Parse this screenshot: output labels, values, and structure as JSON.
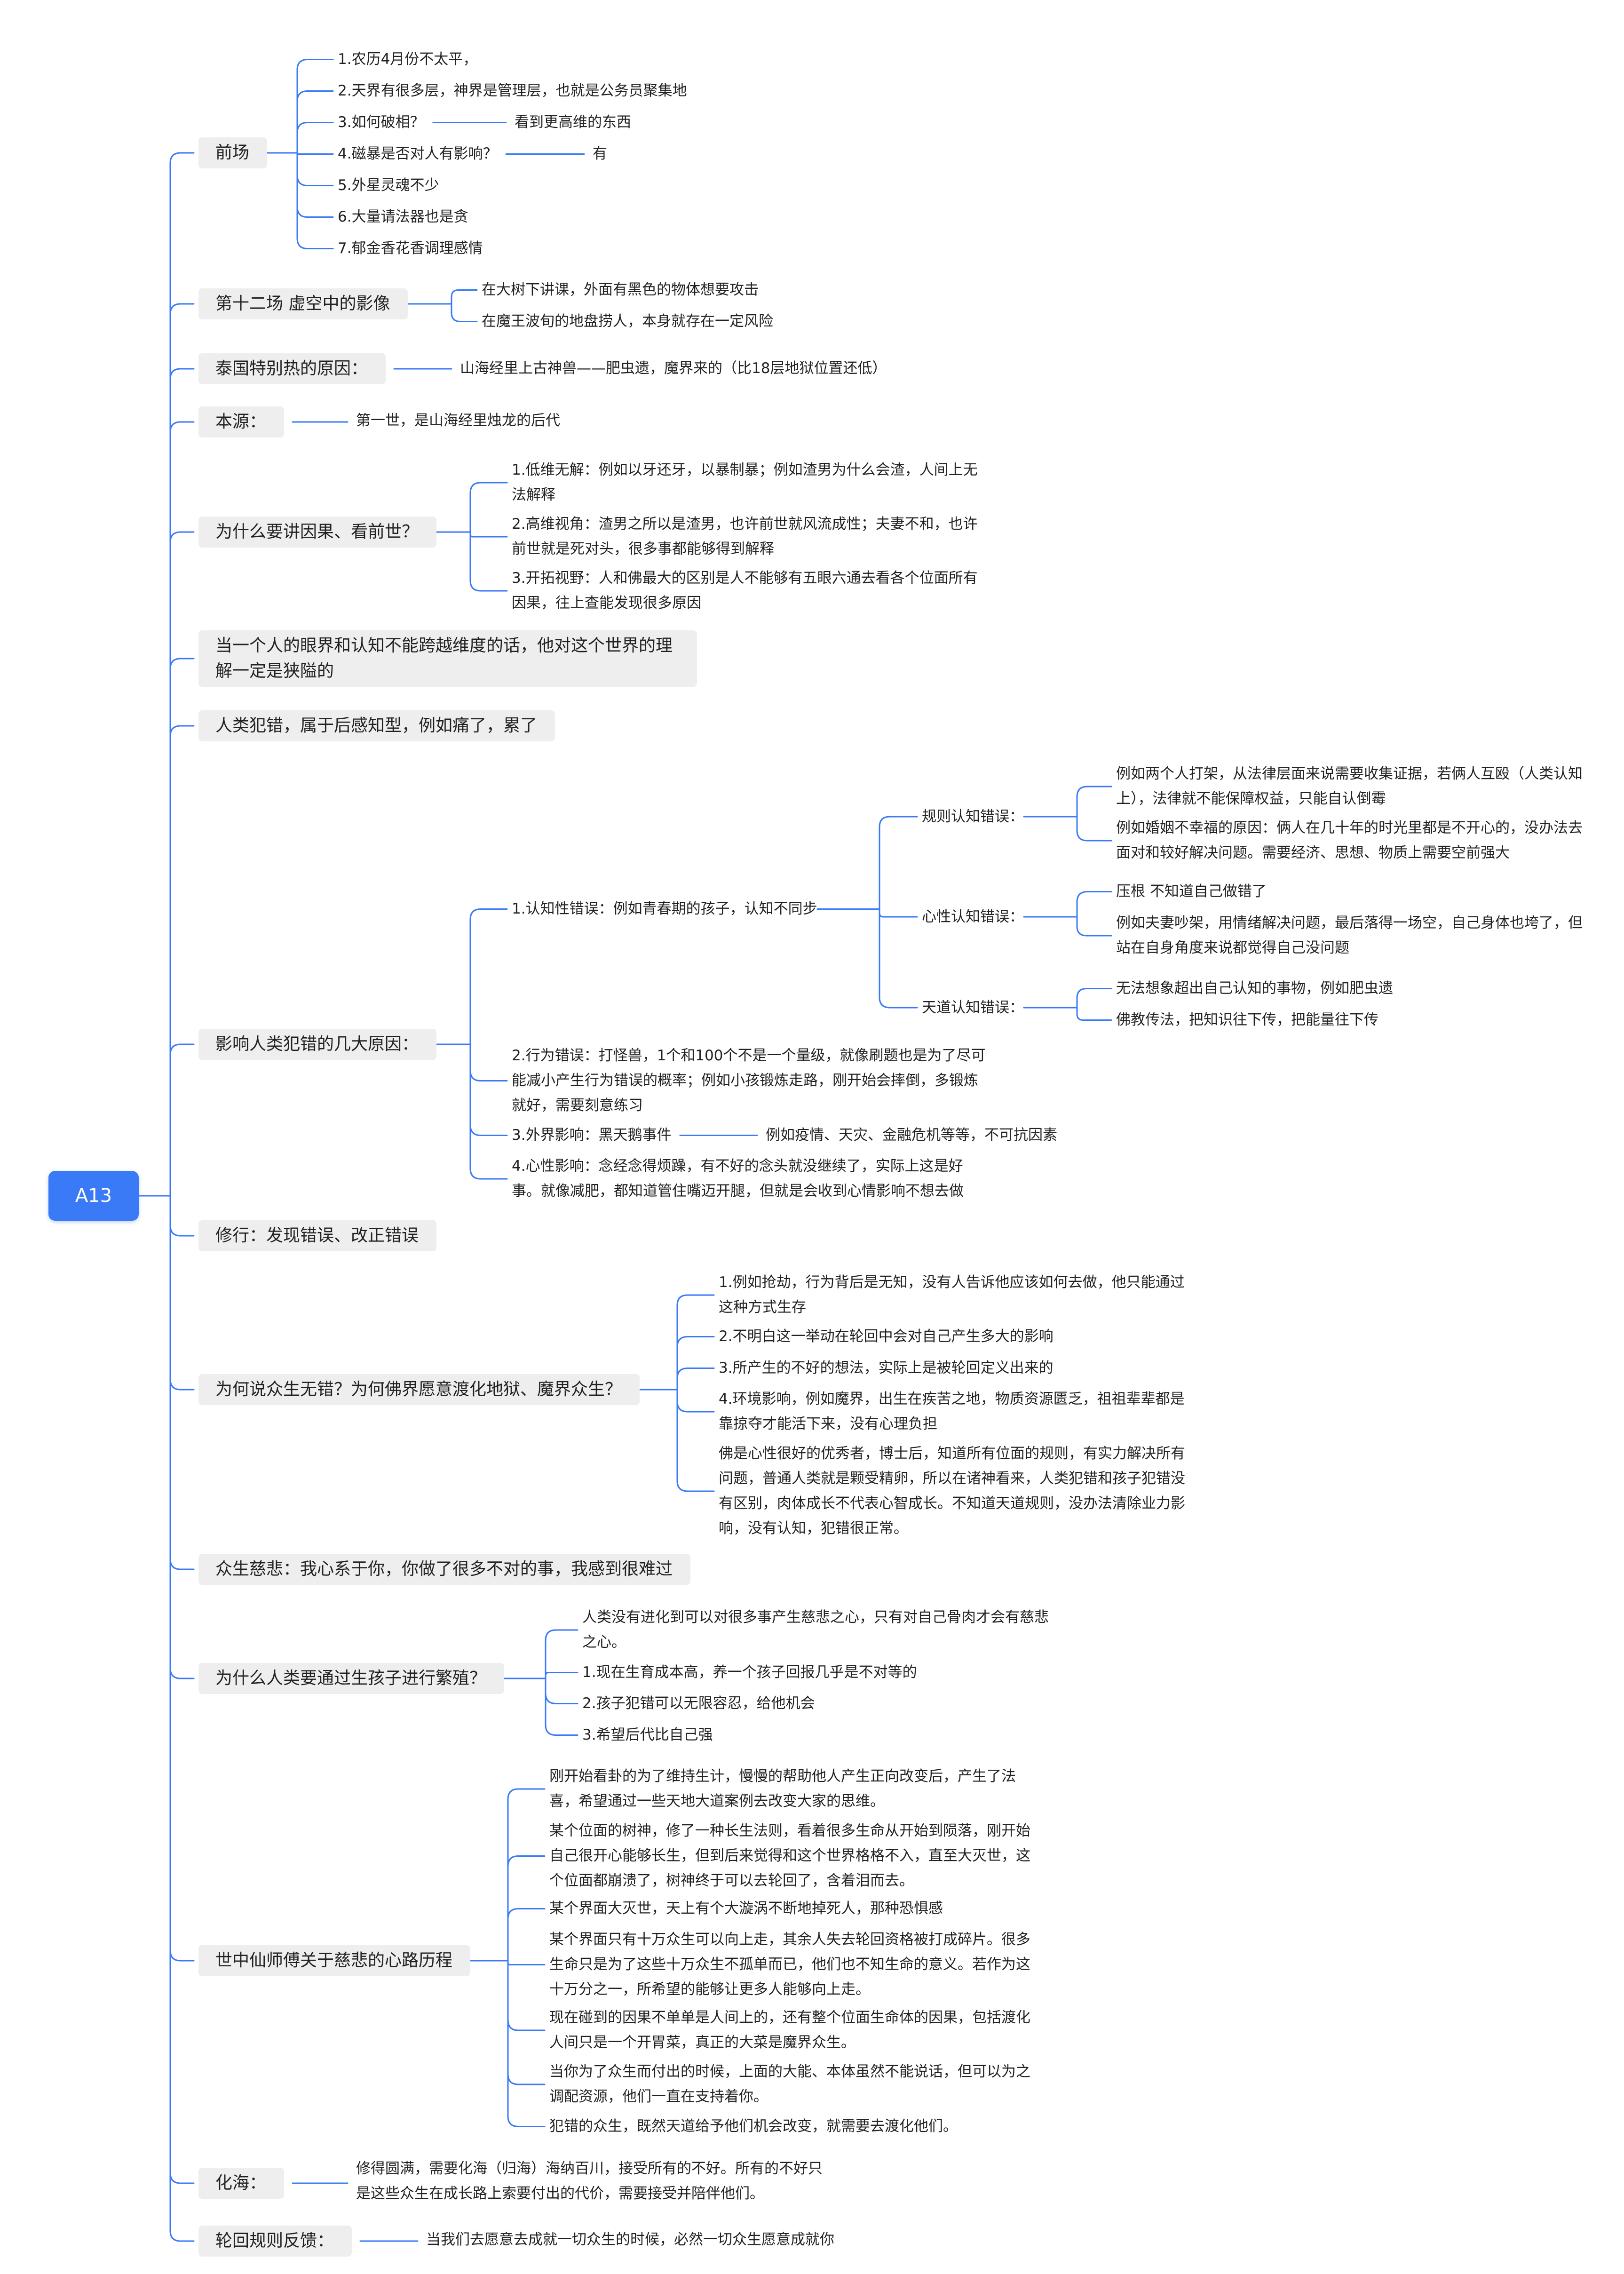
{
  "root": {
    "label": "A13"
  },
  "nodes": {
    "t1": "前场",
    "t1_1": "1.农历4月份不太平，",
    "t1_2": "2.天界有很多层，神界是管理层，也就是公务员聚集地",
    "t1_3": "3.如何破相？",
    "t1_3a": "看到更高维的东西",
    "t1_4": "4.磁暴是否对人有影响？",
    "t1_4a": "有",
    "t1_5": "5.外星灵魂不少",
    "t1_6": "6.大量请法器也是贪",
    "t1_7": "7.郁金香花香调理感情",
    "t2": "第十二场 虚空中的影像",
    "t2_1": "在大树下讲课，外面有黑色的物体想要攻击",
    "t2_2": "在魔王波旬的地盘捞人，本身就存在一定风险",
    "t3": "泰国特别热的原因：",
    "t3_1": "山海经里上古神兽——肥虫遗，魔界来的（比18层地狱位置还低）",
    "t4": "本源：",
    "t4_1": "第一世，是山海经里烛龙的后代",
    "t5": "为什么要讲因果、看前世？",
    "t5_1": "1.低维无解：例如以牙还牙，以暴制暴；例如渣男为什么会渣，人间上无法解释",
    "t5_2": "2.高维视角：渣男之所以是渣男，也许前世就风流成性；夫妻不和，也许前世就是死对头，很多事都能够得到解释",
    "t5_3": "3.开拓视野：人和佛最大的区别是人不能够有五眼六通去看各个位面所有因果，往上查能发现很多原因",
    "t6": "当一个人的眼界和认知不能跨越维度的话，他对这个世界的理解一定是狭隘的",
    "t7": "人类犯错，属于后感知型，例如痛了，累了",
    "t8": "影响人类犯错的几大原因：",
    "t8_1": "1.认知性错误：例如青春期的孩子，认知不同步",
    "t8_1a": "规则认知错误：",
    "t8_1a1": "例如两个人打架，从法律层面来说需要收集证据，若俩人互殴（人类认知上），法律就不能保障权益，只能自认倒霉",
    "t8_1a2": "例如婚姻不幸福的原因：俩人在几十年的时光里都是不开心的，没办法去面对和较好解决问题。需要经济、思想、物质上需要空前强大",
    "t8_1b": "心性认知错误：",
    "t8_1b1": "压根 不知道自己做错了",
    "t8_1b2": "例如夫妻吵架，用情绪解决问题，最后落得一场空，自己身体也垮了，但站在自身角度来说都觉得自己没问题",
    "t8_1c": "天道认知错误：",
    "t8_1c1": "无法想象超出自己认知的事物，例如肥虫遗",
    "t8_1c2": "佛教传法，把知识往下传，把能量往下传",
    "t8_2": "2.行为错误：打怪兽，1个和100个不是一个量级，就像刷题也是为了尽可能减小产生行为错误的概率；例如小孩锻炼走路，刚开始会摔倒，多锻炼就好，需要刻意练习",
    "t8_3": "3.外界影响：黑天鹅事件",
    "t8_3a": "例如疫情、天灾、金融危机等等，不可抗因素",
    "t8_4": "4.心性影响：念经念得烦躁，有不好的念头就没继续了，实际上这是好事。就像减肥，都知道管住嘴迈开腿，但就是会收到心情影响不想去做",
    "t9": "修行：发现错误、改正错误",
    "t10": "为何说众生无错？为何佛界愿意渡化地狱、魔界众生？",
    "t10_1": "1.例如抢劫，行为背后是无知，没有人告诉他应该如何去做，他只能通过这种方式生存",
    "t10_2": "2.不明白这一举动在轮回中会对自己产生多大的影响",
    "t10_3": "3.所产生的不好的想法，实际上是被轮回定义出来的",
    "t10_4": "4.环境影响，例如魔界，出生在疾苦之地，物质资源匮乏，祖祖辈辈都是靠掠夺才能活下来，没有心理负担",
    "t10_5": "佛是心性很好的优秀者，博士后，知道所有位面的规则，有实力解决所有问题，普通人类就是颗受精卵，所以在诸神看来，人类犯错和孩子犯错没有区别，肉体成长不代表心智成长。不知道天道规则，没办法清除业力影响，没有认知，犯错很正常。",
    "t11": "众生慈悲：我心系于你，你做了很多不对的事，我感到很难过",
    "t12": "为什么人类要通过生孩子进行繁殖？",
    "t12_1": "人类没有进化到可以对很多事产生慈悲之心，只有对自己骨肉才会有慈悲之心。",
    "t12_2": "1.现在生育成本高，养一个孩子回报几乎是不对等的",
    "t12_3": "2.孩子犯错可以无限容忍，给他机会",
    "t12_4": "3.希望后代比自己强",
    "t13": "世中仙师傅关于慈悲的心路历程",
    "t13_1": "刚开始看卦的为了维持生计，慢慢的帮助他人产生正向改变后，产生了法喜，希望通过一些天地大道案例去改变大家的思维。",
    "t13_2": "某个位面的树神，修了一种长生法则，看着很多生命从开始到陨落，刚开始自己很开心能够长生，但到后来觉得和这个世界格格不入，直至大灭世，这个位面都崩溃了，树神终于可以去轮回了，含着泪而去。",
    "t13_3": "某个界面大灭世，天上有个大漩涡不断地掉死人，那种恐惧感",
    "t13_4": "某个界面只有十万众生可以向上走，其余人失去轮回资格被打成碎片。很多生命只是为了这些十万众生不孤单而已，他们也不知生命的意义。若作为这十万分之一，所希望的能够让更多人能够向上走。",
    "t13_5": "现在碰到的因果不单单是人间上的，还有整个位面生命体的因果，包括渡化人间只是一个开胃菜，真正的大菜是魔界众生。",
    "t13_6": "当你为了众生而付出的时候，上面的大能、本体虽然不能说话，但可以为之调配资源，他们一直在支持着你。",
    "t13_7": "犯错的众生，既然天道给予他们机会改变，就需要去渡化他们。",
    "t14": "化海：",
    "t14_1": "修得圆满，需要化海（归海）海纳百川，接受所有的不好。所有的不好只是这些众生在成长路上索要付出的代价，需要接受并陪伴他们。",
    "t15": "轮回规则反馈：",
    "t15_1": "当我们去愿意去成就一切众生的时候，必然一切众生愿意成就你"
  },
  "colors": {
    "root": "#3a7af7",
    "line": "#3a7af7",
    "topic_bg": "#eeeeee",
    "text": "#222222"
  }
}
